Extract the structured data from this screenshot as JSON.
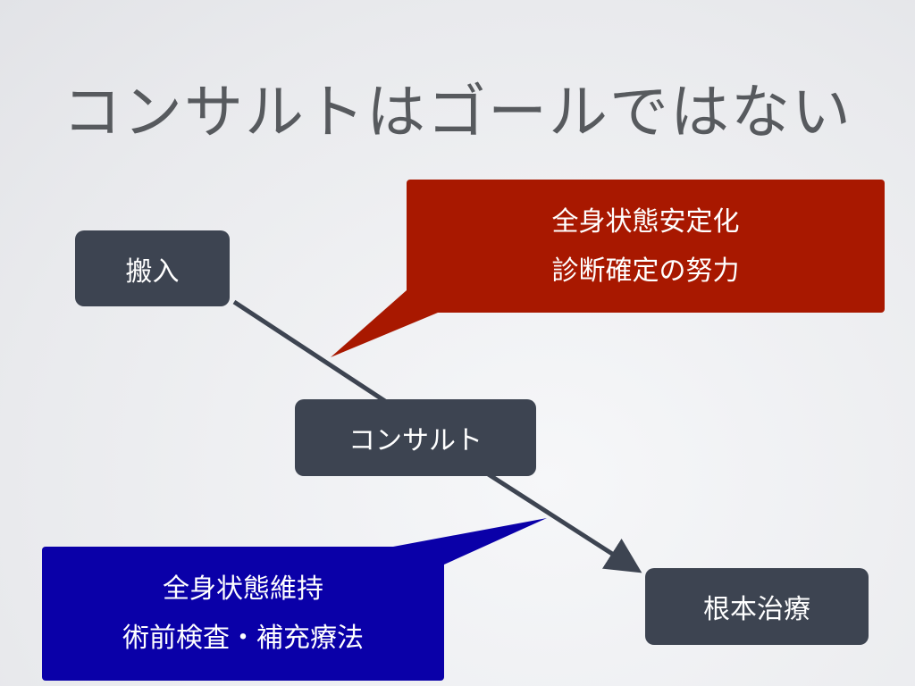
{
  "title": "コンサルトはゴールではない",
  "nodes": {
    "arrival": "搬入",
    "consult": "コンサルト",
    "definitive": "根本治療"
  },
  "callouts": {
    "red": {
      "line1": "全身状態安定化",
      "line2": "診断確定の努力",
      "color": "#a81800"
    },
    "blue": {
      "line1": "全身状態維持",
      "line2": "術前検査・補充療法",
      "color": "#0a00a8"
    }
  }
}
